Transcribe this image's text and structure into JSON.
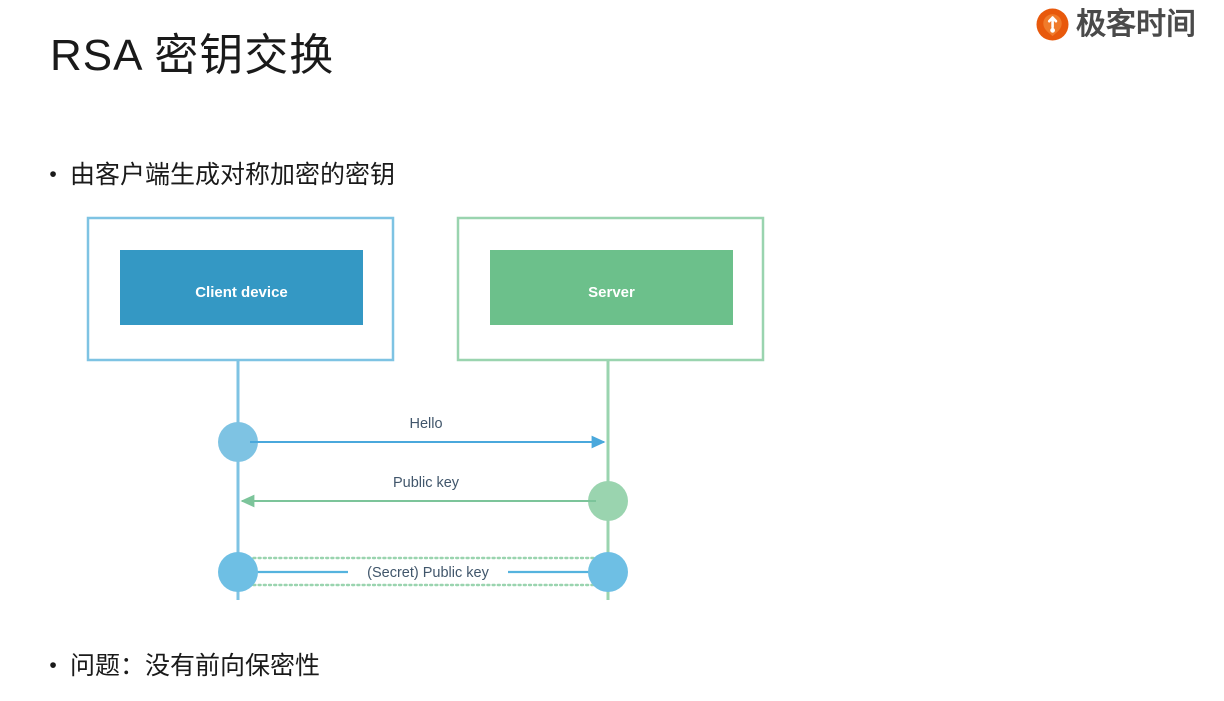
{
  "brand": {
    "name": "极客时间",
    "logo_icon": "geektime-pin-icon",
    "logo_color": "#E8590C",
    "text_color": "#4A4A4A"
  },
  "slide": {
    "title": "RSA 密钥交换",
    "bullets": [
      {
        "marker": "•",
        "text": "由客户端生成对称加密的密钥"
      },
      {
        "marker": "•",
        "text": "问题：没有前向保密性"
      }
    ]
  },
  "diagram": {
    "type": "sequence",
    "participants": [
      {
        "id": "client",
        "label": "Client device",
        "fill": "#3498C4",
        "frame": "#7EC3E3",
        "lifeline": "#7EC3E3"
      },
      {
        "id": "server",
        "label": "Server",
        "fill": "#6CC08B",
        "frame": "#9AD4AF",
        "lifeline": "#9AD4AF"
      }
    ],
    "messages": [
      {
        "label": "Hello",
        "from": "client",
        "to": "server",
        "direction": "right",
        "color": "#7EC3E3",
        "style": "solid"
      },
      {
        "label": "Public key",
        "from": "server",
        "to": "client",
        "direction": "left",
        "color": "#8BCCA4",
        "style": "solid"
      },
      {
        "label": "(Secret) Public key",
        "from": "client",
        "to": "server",
        "direction": "none",
        "color": "#7EC3E3",
        "style": "solid-with-dotted-envelope",
        "envelope_color": "#9AD4AF"
      }
    ],
    "activations": [
      {
        "participant": "client",
        "at": "Hello",
        "color": "#7EC3E3"
      },
      {
        "participant": "server",
        "at": "Public key",
        "color": "#9AD4AF"
      },
      {
        "participant": "client",
        "at": "(Secret) Public key",
        "color": "#7EC3E3"
      },
      {
        "participant": "server",
        "at": "(Secret) Public key",
        "color": "#7EC3E3"
      }
    ]
  }
}
